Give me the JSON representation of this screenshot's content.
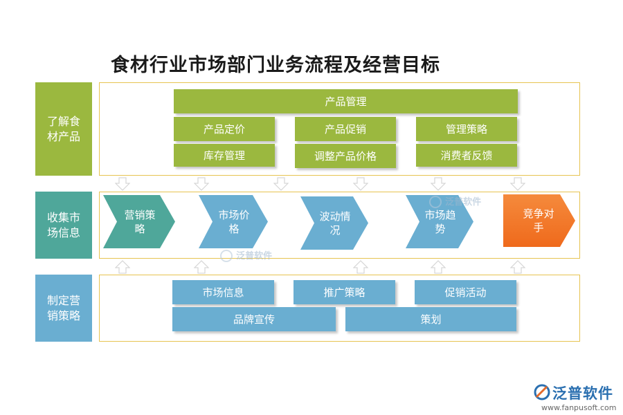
{
  "title": "食材行业市场部门业务流程及经营目标",
  "rows": [
    {
      "label": "了解食材产品",
      "color": "#9bb83f",
      "top": "产品管理",
      "cells": [
        "产品定价",
        "产品促销",
        "管理策略",
        "库存管理",
        "调整产品价格",
        "消费者反馈"
      ]
    },
    {
      "label": "收集市场信息",
      "color": "#4fa79a",
      "steps": [
        "营销策略",
        "市场价格",
        "波动情况",
        "市场趋势",
        "竞争对手"
      ],
      "step_colors": [
        "#4fa79a",
        "#6aaed1",
        "#6aaed1",
        "#6aaed1",
        "#f07a2a"
      ]
    },
    {
      "label": "制定营销策略",
      "color": "#6aaed1",
      "cells": [
        "市场信息",
        "推广策略",
        "促销活动",
        "品牌宣传",
        "策划"
      ]
    }
  ],
  "frame_color": "#e6c34f",
  "watermark": {
    "text": "泛普软件"
  },
  "logo": {
    "name": "泛普软件",
    "url": "www.fanpusoft.com"
  }
}
